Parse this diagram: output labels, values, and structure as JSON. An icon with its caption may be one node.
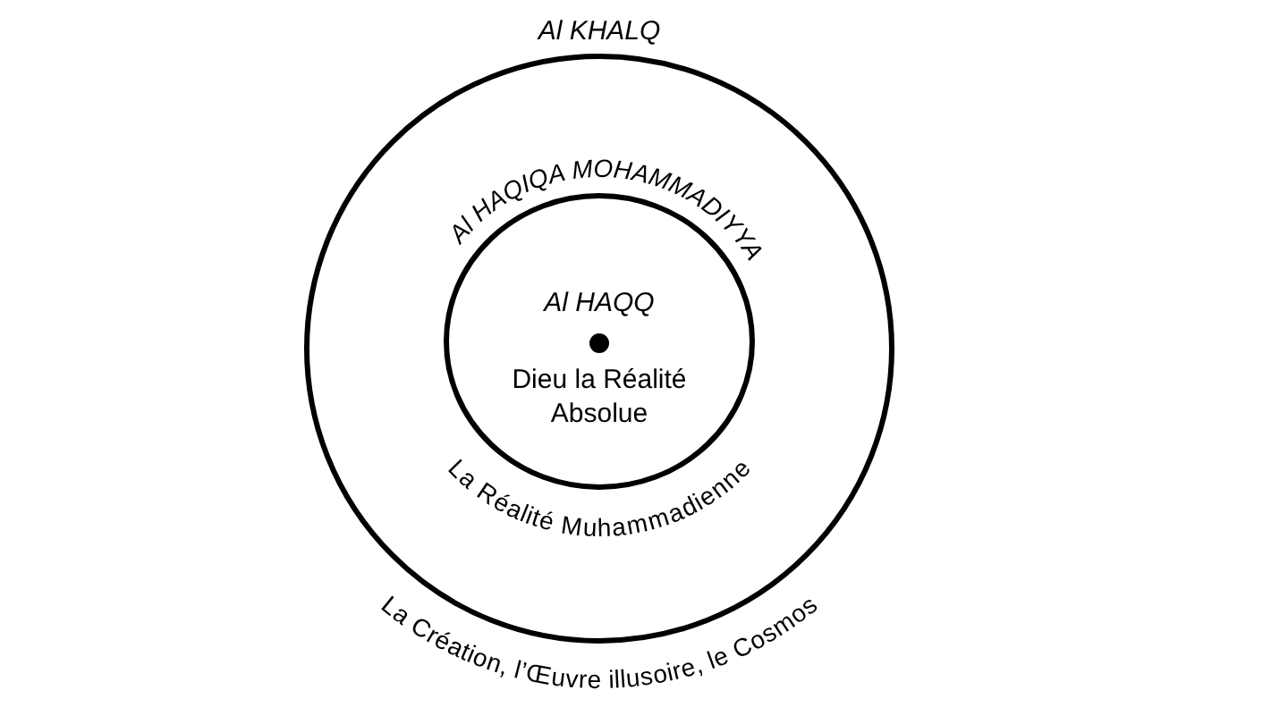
{
  "diagram": {
    "nodes": [
      {
        "text": [
          "Al KHALQ",
          "La Création, l’Œuvre illusoire, le Cosmos"
        ]
      },
      {
        "text": [
          "Al HAQIQA MOHAMMADIYYA",
          "Al HAQQ",
          "Dieu la Réalité Absolue",
          "La Réalité Muhammadienne"
        ],
        "in": 0
      }
    ]
  }
}
